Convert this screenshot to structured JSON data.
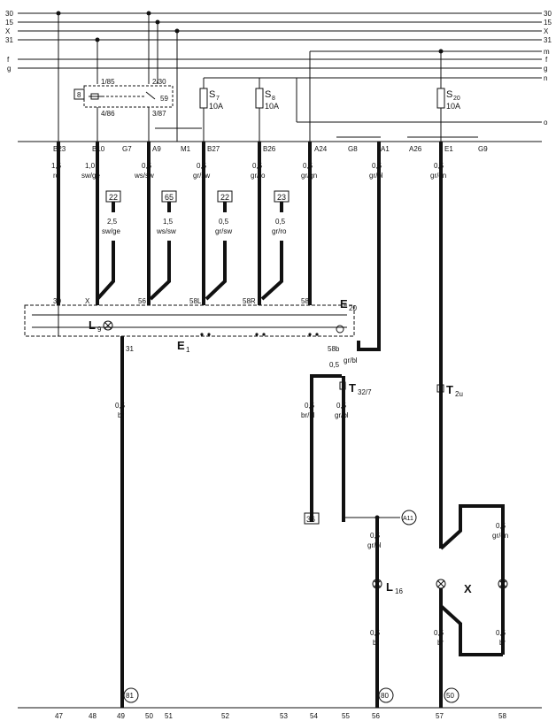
{
  "rails": {
    "left": [
      "30",
      "15",
      "X",
      "31",
      "f",
      "g"
    ],
    "right": [
      "30",
      "15",
      "X",
      "31",
      "m",
      "f",
      "g",
      "n",
      "o"
    ]
  },
  "relay": {
    "id": "8",
    "pins": [
      "1/85",
      "2/30",
      "59",
      "4/86",
      "3/87"
    ]
  },
  "fuses": [
    {
      "name": "S",
      "sub": "7",
      "rating": "10A"
    },
    {
      "name": "S",
      "sub": "8",
      "rating": "10A"
    },
    {
      "name": "S",
      "sub": "20",
      "rating": "10A"
    }
  ],
  "connectors": [
    "B23",
    "B10",
    "G7",
    "A9",
    "M1",
    "B27",
    "B26",
    "A24",
    "G8",
    "A1",
    "A26",
    "E1",
    "G9"
  ],
  "wires_top": [
    {
      "size": "1,5",
      "color": "ro"
    },
    {
      "size": "1,0",
      "color": "sw/ge"
    },
    {
      "size": "0,5",
      "color": "ws/sw"
    },
    {
      "size": "0,5",
      "color": "gr/sw"
    },
    {
      "size": "0,5",
      "color": "gr/ro"
    },
    {
      "size": "0,5",
      "color": "gr/gn"
    },
    {
      "size": "0,5",
      "color": "gr/bl"
    },
    {
      "size": "0,5",
      "color": "gr/gn"
    }
  ],
  "refboxes": [
    "22",
    "65",
    "22",
    "23"
  ],
  "branch_wires": [
    {
      "size": "2,5",
      "color": "sw/ge"
    },
    {
      "size": "1,5",
      "color": "ws/sw"
    },
    {
      "size": "0,5",
      "color": "gr/sw"
    },
    {
      "size": "0,5",
      "color": "gr/ro"
    }
  ],
  "switch_terms": [
    "30",
    "X",
    "56",
    "58L",
    "58R",
    "58",
    "58b"
  ],
  "labels": {
    "e20": "E",
    "e20_sub": "20",
    "l9": "L",
    "l9_sub": "9",
    "e1": "E",
    "e1_sub": "1",
    "l16": "L",
    "l16_sub": "16",
    "t32": "T",
    "t32_sub": "32/7",
    "t2u": "T",
    "t2u_sub": "2u",
    "x_block": "X",
    "a11": "A11",
    "ref36": "36",
    "term31": "31"
  },
  "wires_mid": [
    {
      "size": "0,5",
      "color": "gr/bl"
    },
    {
      "size": "0,5",
      "color": "br/bl"
    },
    {
      "size": "0,5",
      "color": "gr/bl"
    },
    {
      "size": "0,5",
      "color": "br"
    },
    {
      "size": "0,5",
      "color": "gr/bl"
    },
    {
      "size": "0,5",
      "color": "br"
    },
    {
      "size": "0,5",
      "color": "gr/gn"
    },
    {
      "size": "0,5",
      "color": "br"
    },
    {
      "size": "0,5",
      "color": "br"
    }
  ],
  "grounds": [
    "81",
    "80",
    "50"
  ],
  "bottom_numbers": [
    "47",
    "48",
    "49",
    "50",
    "51",
    "52",
    "53",
    "54",
    "55",
    "56",
    "57",
    "58"
  ]
}
